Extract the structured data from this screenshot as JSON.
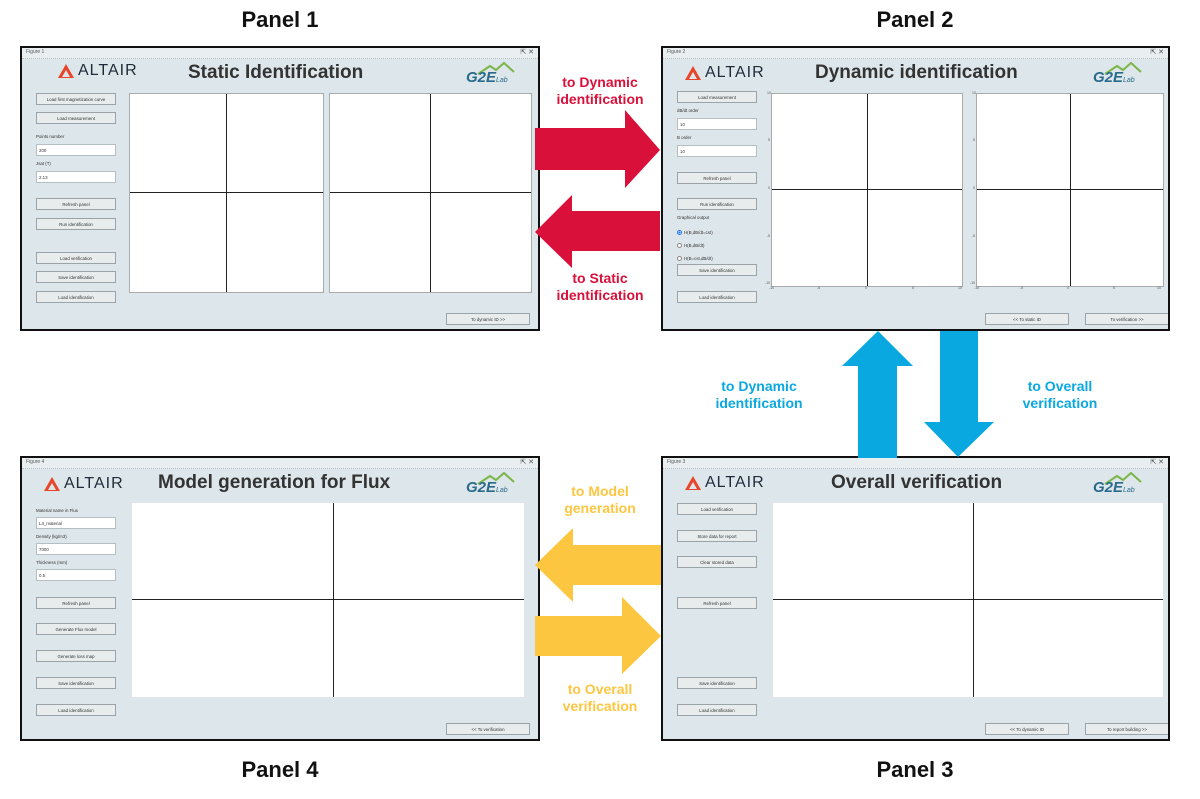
{
  "captions": {
    "panel1": "Panel 1",
    "panel2": "Panel 2",
    "panel3": "Panel 3",
    "panel4": "Panel 4"
  },
  "logo_text": "ALTAIR",
  "g2e_text": "G2E",
  "g2e_lab": "Lab",
  "panel1": {
    "figure": "Figure 1",
    "title": "Static Identification",
    "buttons": {
      "load_first": "Load first magnetization curve",
      "load_meas": "Load measurement",
      "refresh": "Refresh panel",
      "run": "Run identification",
      "load_verif": "Load verification",
      "save": "Save identification",
      "load_ident": "Load identification",
      "nav": "To dynamic ID >>"
    },
    "points_label": "Points number",
    "points_value": "200",
    "jsat_label": "Jsat (T)",
    "jsat_value": "2.13"
  },
  "panel2": {
    "figure": "Figure 2",
    "title": "Dynamic identification",
    "buttons": {
      "load_meas": "Load measurement",
      "refresh": "Refresh panel",
      "run": "Run identification",
      "save": "Save identification",
      "load_ident": "Load identification",
      "nav_static": "<< To static ID",
      "nav_verif": "To verification >>"
    },
    "dbdt_label": "dB/dt order",
    "dbdt_value": "10",
    "b_label": "B order",
    "b_value": "10",
    "graph_label": "Graphical output",
    "radios": [
      "H(B,dB/dt=cst)",
      "H(B,dB/dt)",
      "H(B=cst,dB/dt)"
    ],
    "ticks": {
      "y_top": "10",
      "y_mid1": "5",
      "y_zero": "0",
      "y_mid2": "-5",
      "y_bot": "-10",
      "x_left": "-10",
      "x_l2": "-5",
      "x_mid": "0",
      "x_r2": "5",
      "x_right": "10"
    }
  },
  "panel3": {
    "figure": "Figure 3",
    "title": "Overall verification",
    "buttons": {
      "load_verif": "Load verification",
      "store": "Store data for report",
      "clear": "Clear stored data",
      "refresh": "Refresh panel",
      "save": "Save identification",
      "load_ident": "Load identification",
      "nav_dyn": "<< To dynamic ID",
      "nav_report": "To report building >>"
    }
  },
  "panel4": {
    "figure": "Figure 4",
    "title": "Model generation for Flux",
    "buttons": {
      "refresh": "Refresh panel",
      "gen_flux": "Generate Flux model",
      "gen_loss": "Generate loss map",
      "save": "Save identification",
      "load_ident": "Load identification",
      "nav": "<< To verification"
    },
    "material_label": "Material name in Flux",
    "material_value": "L3_material",
    "density_label": "Density (kg/m3)",
    "density_value": "7000",
    "thickness_label": "Thickness (mm)",
    "thickness_value": "0.5"
  },
  "arrows": {
    "to_dynamic_red": "to Dynamic\nidentification",
    "to_static_red": "to Static\nidentification",
    "to_dynamic_blue": "to Dynamic\nidentification",
    "to_overall_blue": "to Overall\nverification",
    "to_model_yellow": "to Model\ngeneration",
    "to_overall_yellow": "to Overall\nverification",
    "colors": {
      "red": "#d8103a",
      "blue": "#0aa8e0",
      "yellow": "#fdc640"
    }
  }
}
